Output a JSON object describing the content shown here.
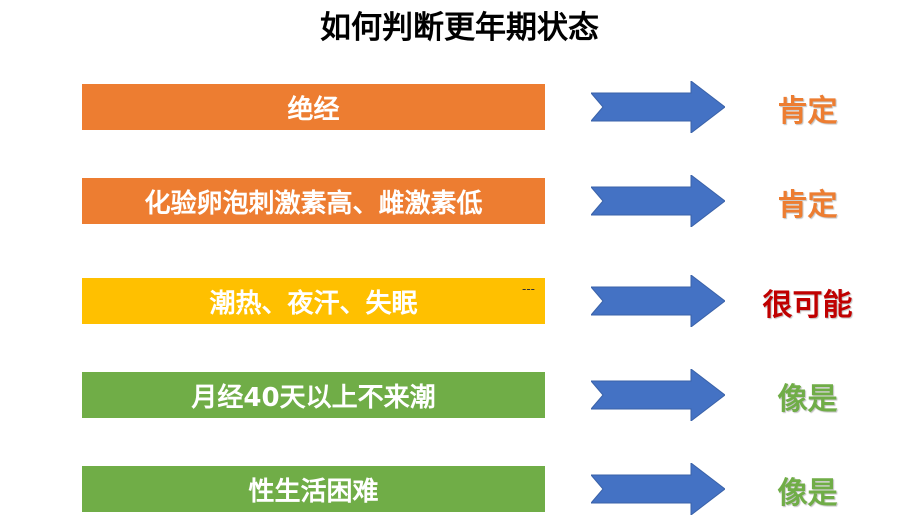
{
  "title": "如何判断更年期状态",
  "rows": [
    {
      "label": "绝经",
      "color": "#ED7D31",
      "result": "肯定",
      "result_color": "#ED7D31"
    },
    {
      "label": "化验卵泡刺激素高、雌激素低",
      "color": "#ED7D31",
      "result": "肯定",
      "result_color": "#ED7D31"
    },
    {
      "label": "潮热、夜汗、失眠",
      "color": "#FFC000",
      "result": "很可能",
      "result_color": "#C00000",
      "extra": "---"
    },
    {
      "label": "月经40天以上不来潮",
      "color": "#70AD47",
      "result": "像是",
      "result_color": "#70AD47"
    },
    {
      "label": "性生活困难",
      "color": "#70AD47",
      "result": "像是",
      "result_color": "#70AD47"
    }
  ],
  "arrow_color": "#4472C4"
}
